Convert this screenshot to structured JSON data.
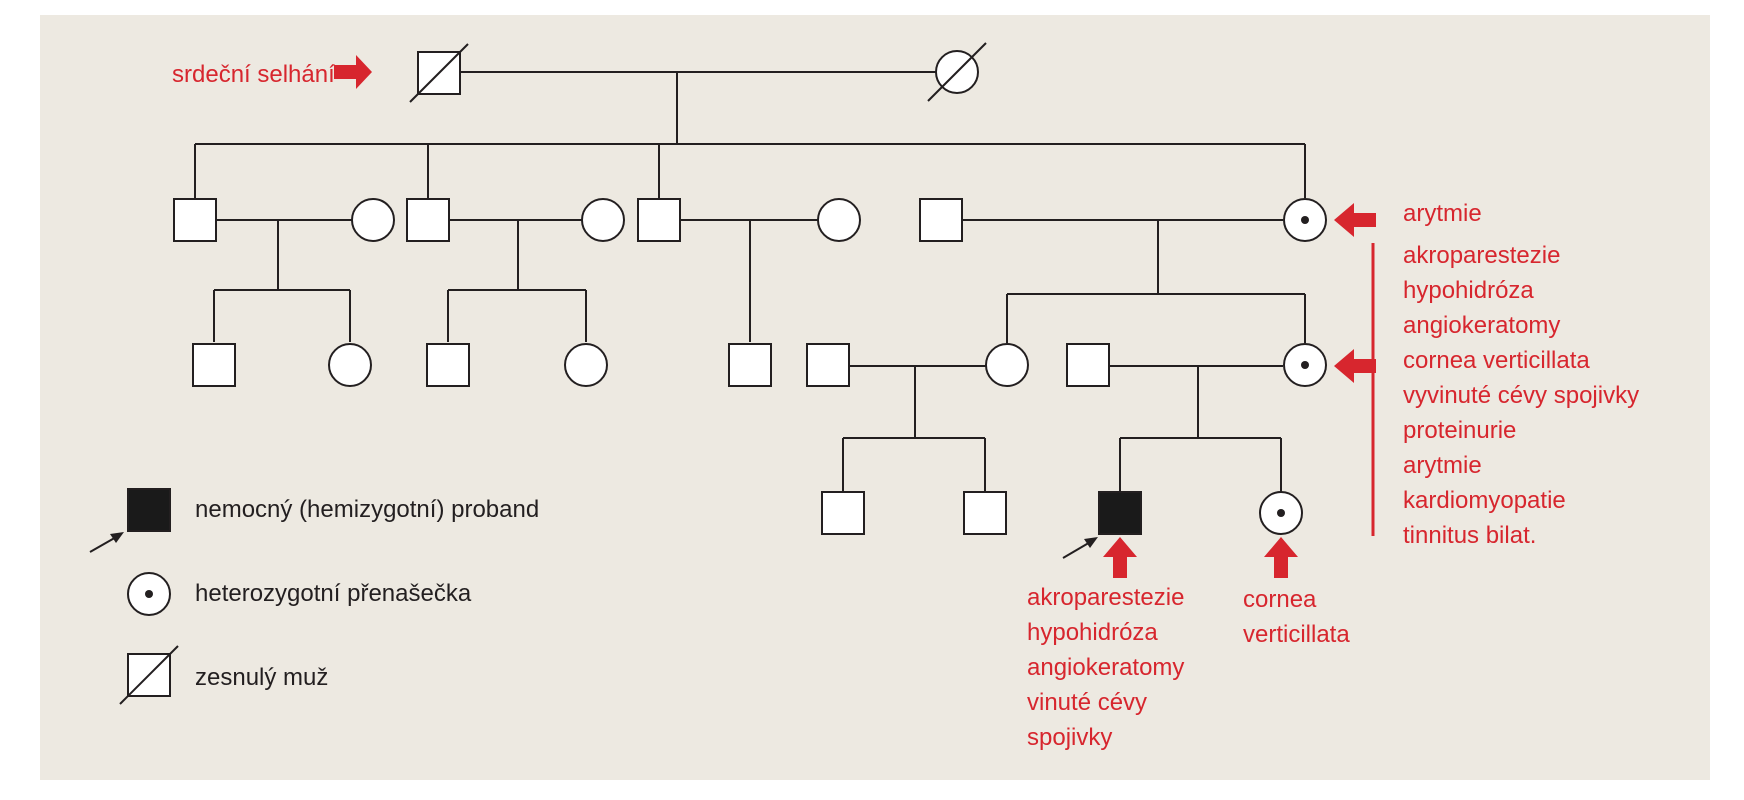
{
  "colors": {
    "background": "#ede9e1",
    "line": "#231f20",
    "accent_red": "#d7262e",
    "affected_fill": "#1a1a1a"
  },
  "annotations": {
    "grandfather": "srdeční selhání",
    "mother_gen2": "arytmie",
    "mother_gen3_list": [
      "akroparestezie",
      "hypohidróza",
      "angiokeratomy",
      "cornea verticillata",
      "vyvinuté cévy spojivky",
      "proteinurie",
      "arytmie",
      "kardiomyopatie",
      "tinnitus bilat."
    ],
    "proband_list": [
      "akroparestezie",
      "hypohidróza",
      "angiokeratomy",
      "vinuté cévy",
      "spojivky"
    ],
    "sister_list": [
      "cornea",
      "verticillata"
    ]
  },
  "legend": {
    "proband": "nemocný (hemizygotní) proband",
    "carrier": "heterozygotní přenašečka",
    "deceased": "zesnulý muž"
  }
}
